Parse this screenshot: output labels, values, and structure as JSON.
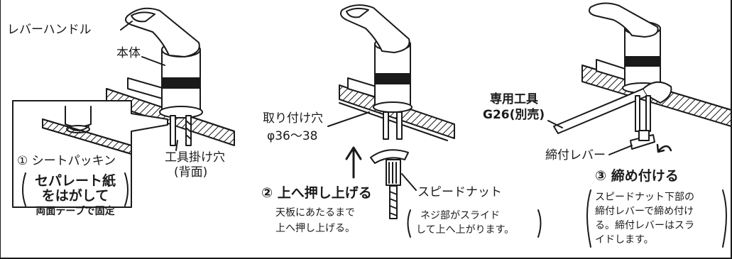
{
  "labels": {
    "lever_handle": "レバーハンドル",
    "body": "本体",
    "tool_hole": "工具掛け穴",
    "tool_hole_note": "(背面)",
    "mount_hole": "取り付け穴",
    "mount_hole_size": "φ36〜38",
    "dedicated_tool": "専用工具",
    "dedicated_tool_model": "G26(別売)",
    "tightening_lever": "締付レバー",
    "speed_nut": "スピードナット"
  },
  "steps": {
    "step1": {
      "title": "① シートパッキン",
      "note_line1": "セパレート紙",
      "note_line2": "をはがして",
      "note_line3": "両面テープで固定"
    },
    "step2": {
      "title": "② 上へ押し上げる",
      "desc_line1": "天板にあたるまで",
      "desc_line2": "上へ押し上げる。",
      "note_line1": "ネジ部がスライド",
      "note_line2": "して上へ上がります。"
    },
    "step3": {
      "title": "③ 締め付ける",
      "note_line1": "スピードナット下部の",
      "note_line2": "締付レバーで締め付け",
      "note_line3": "る。締付レバーはスラ",
      "note_line4": "イドします。"
    }
  },
  "icons": [
    "up-arrow-icon",
    "rotate-arrow-icon"
  ],
  "colors": {
    "line": "#1a1a1a",
    "fill": "#ffffff",
    "dark": "#1a1a1a"
  }
}
